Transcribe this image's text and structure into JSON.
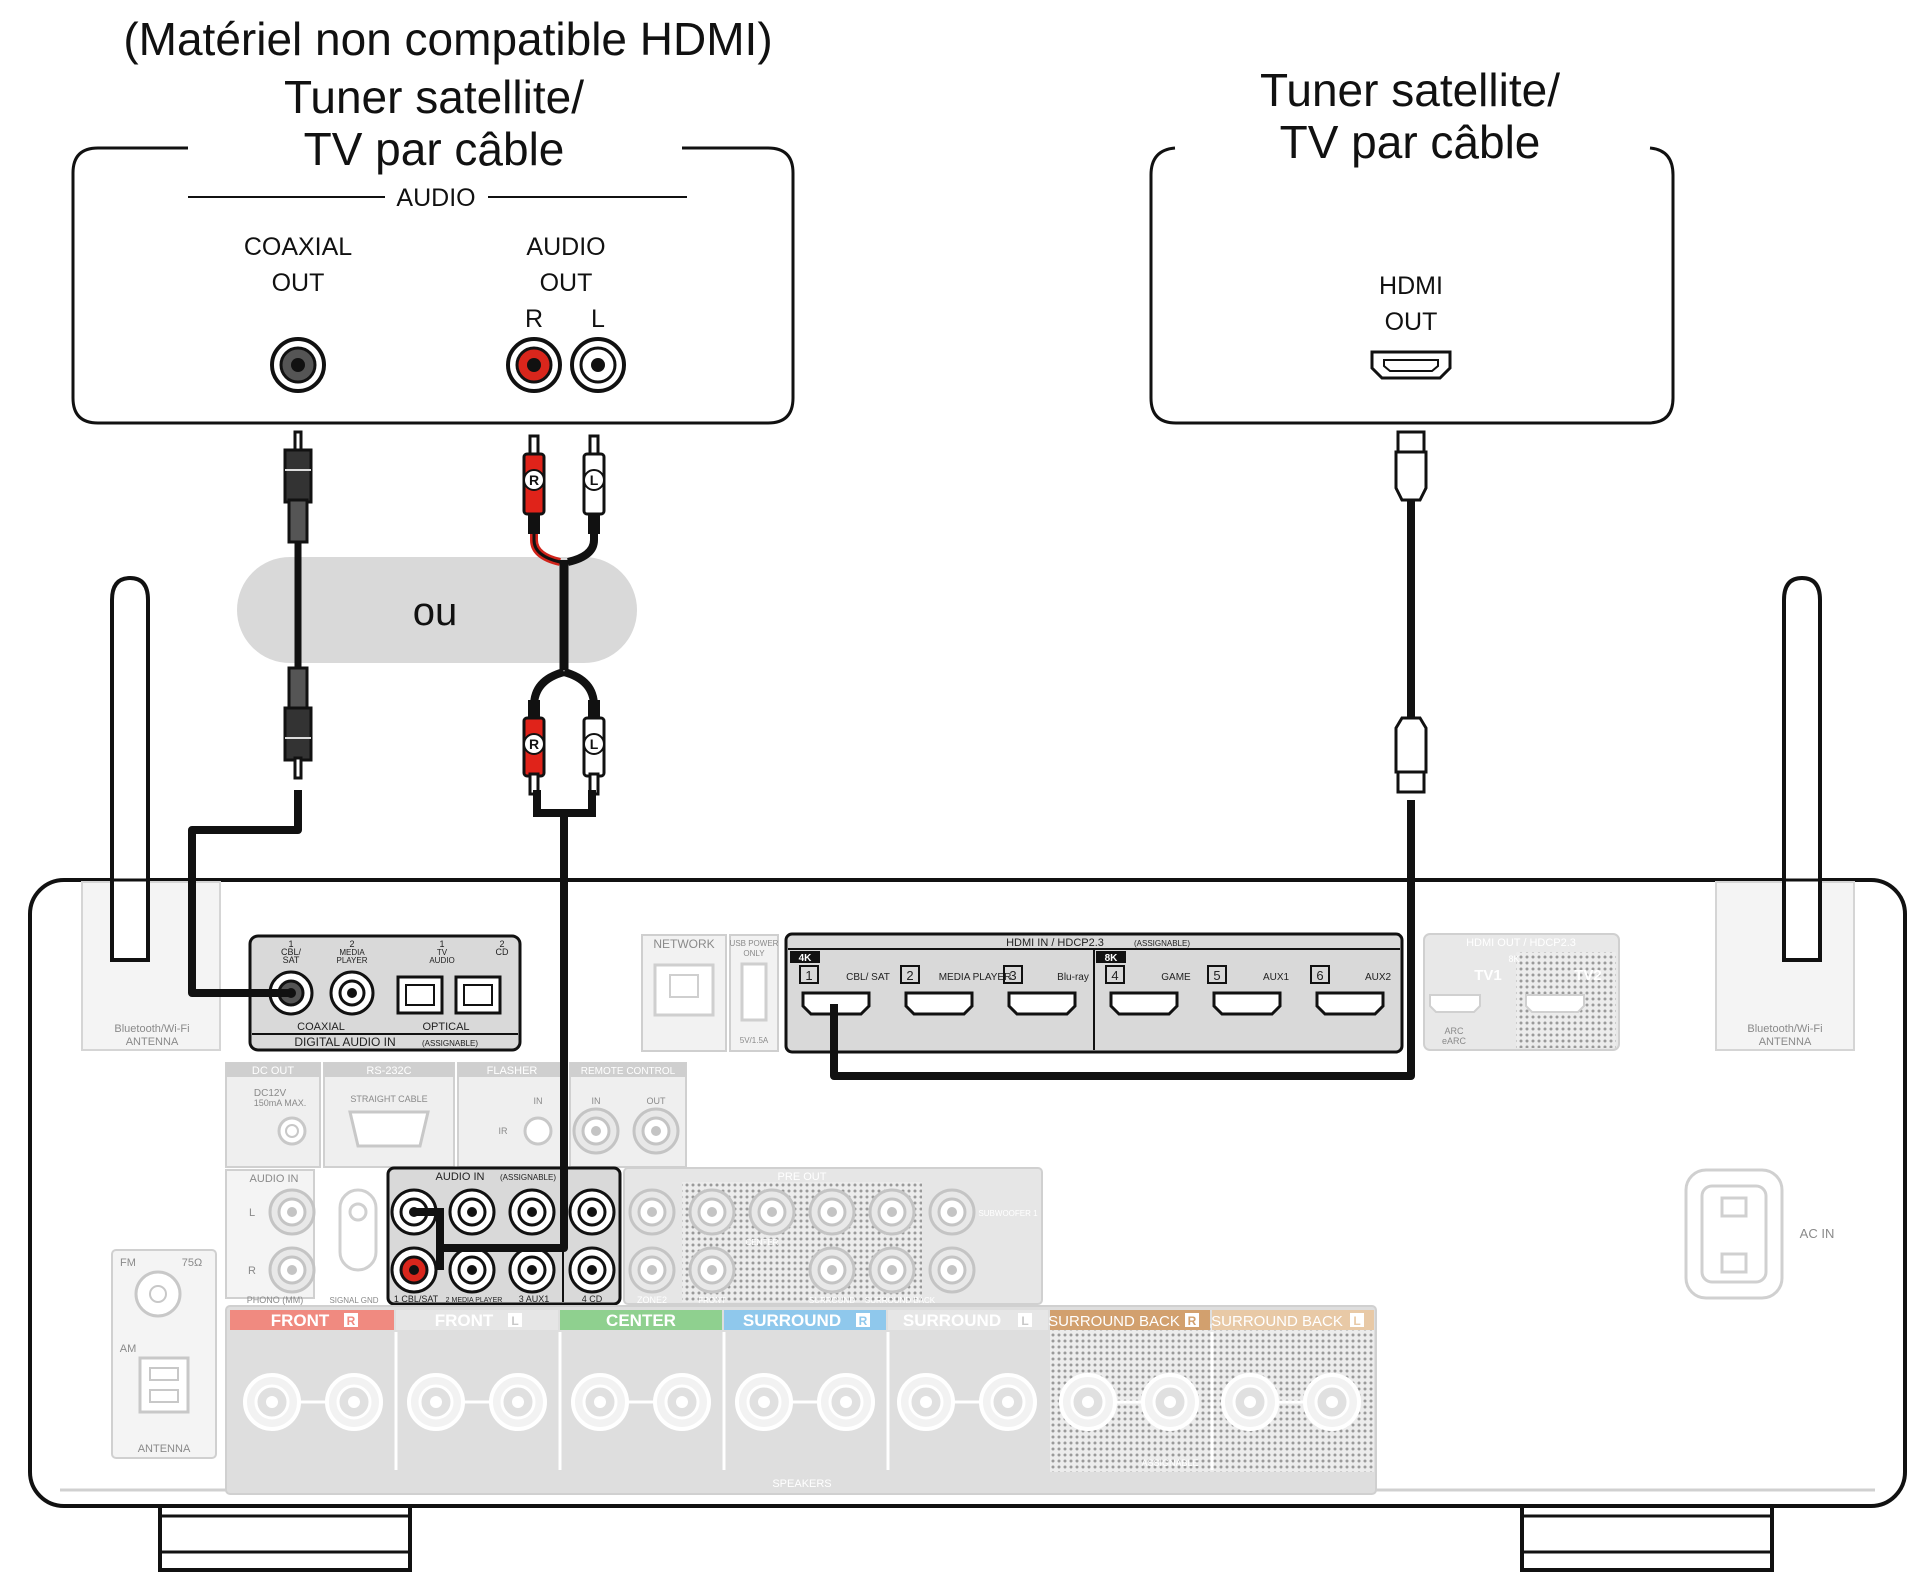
{
  "source_device": {
    "note": "(Matériel non compatible HDMI)",
    "title_line1": "Tuner satellite/",
    "title_line2": "TV par câble",
    "audio_group": "AUDIO",
    "coaxial_line1": "COAXIAL",
    "coaxial_line2": "OUT",
    "audio_out_line1": "AUDIO",
    "audio_out_line2": "OUT",
    "r": "R",
    "l": "L"
  },
  "hdmi_device": {
    "title_line1": "Tuner satellite/",
    "title_line2": "TV par câble",
    "hdmi_line1": "HDMI",
    "hdmi_line2": "OUT"
  },
  "or_label": "ou",
  "plug_r": "R",
  "plug_l": "L",
  "receiver": {
    "antenna_left": [
      "Bluetooth/Wi-Fi",
      "ANTENNA"
    ],
    "antenna_right": [
      "Bluetooth/Wi-Fi",
      "ANTENNA"
    ],
    "digital_in": {
      "labels": [
        "1",
        "CBL/",
        "SAT",
        "2",
        "MEDIA",
        "PLAYER",
        "1",
        "TV",
        "AUDIO",
        "2",
        "CD"
      ],
      "coaxial": "COAXIAL",
      "optical": "OPTICAL",
      "title": "DIGITAL AUDIO IN",
      "assignable": "(ASSIGNABLE)"
    },
    "network": "NETWORK",
    "usb": [
      "USB POWER",
      "ONLY",
      "5V/1.5A"
    ],
    "hdmi_in": {
      "title": "HDMI IN / HDCP2.3",
      "assignable": "(ASSIGNABLE)",
      "badge_4k": "4K",
      "badge_8k": "8K",
      "ports": [
        {
          "num": "1",
          "label": "CBL/ SAT"
        },
        {
          "num": "2",
          "label": ""
        },
        {
          "num": "3",
          "label": "MEDIA PLAYER"
        },
        {
          "num": "",
          "label": "Blu-ray"
        },
        {
          "num": "4",
          "label": "GAME"
        },
        {
          "num": "5",
          "label": "AUX1"
        },
        {
          "num": "6",
          "label": "AUX2"
        }
      ]
    },
    "hdmi_out": {
      "title": "HDMI OUT / HDCP2.3",
      "badge_8k": "8K",
      "tv1": "TV1",
      "tv2": "TV2",
      "arc": [
        "ARC",
        "eARC"
      ]
    },
    "dc_out": [
      "DC OUT",
      "DC12V",
      "150mA MAX."
    ],
    "rs232c": [
      "RS-232C",
      "STRAIGHT CABLE"
    ],
    "flasher": [
      "FLASHER",
      "IN",
      "IR"
    ],
    "remote": [
      "REMOTE CONTROL",
      "IN",
      "OUT"
    ],
    "audio_in_left": [
      "AUDIO IN",
      "L",
      "R",
      "PHONO (MM)",
      "SIGNAL GND"
    ],
    "audio_in": {
      "title": "AUDIO IN",
      "assignable": "(ASSIGNABLE)",
      "labels": [
        "1 CBL/SAT",
        "2 MEDIA PLAYER",
        "3 AUX1",
        "4 CD"
      ]
    },
    "pre_out": [
      "PRE OUT",
      "ZONE2",
      "SUBWOOFER 1",
      "FRONT",
      "CENTER",
      "SURROUND",
      "SURROUND BACK"
    ],
    "antenna": [
      "FM",
      "75Ω",
      "AM",
      "ANTENNA"
    ],
    "ac_in": "AC IN",
    "speakers": {
      "title": "SPEAKERS",
      "assignable": "ASSIGNABLE",
      "sections": [
        {
          "name": "FRONT",
          "side": "R",
          "color": "#f08a80"
        },
        {
          "name": "FRONT",
          "side": "L",
          "color": "#dcdcdc"
        },
        {
          "name": "CENTER",
          "side": "",
          "color": "#8fd08f"
        },
        {
          "name": "SURROUND",
          "side": "R",
          "color": "#8fc8ec"
        },
        {
          "name": "SURROUND",
          "side": "L",
          "color": "#cfcfcf"
        },
        {
          "name": "SURROUND BACK",
          "side": "R",
          "color": "#d2a06e"
        },
        {
          "name": "SURROUND BACK",
          "side": "L",
          "color": "#e8c9a6"
        }
      ]
    }
  }
}
